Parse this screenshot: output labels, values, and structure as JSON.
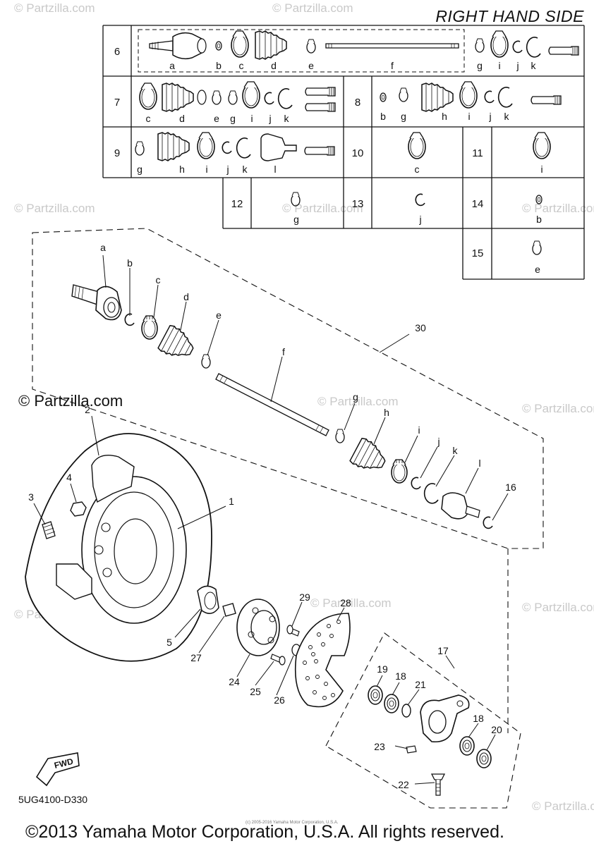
{
  "header": {
    "title": "RIGHT HAND SIDE"
  },
  "branding": {
    "site_label": "© Partzilla.com",
    "watermark": "© Partzilla.com",
    "doc_number": "5UG4100-D330",
    "copyright": "©2013 Yamaha Motor Corporation, U.S.A. All rights reserved.",
    "micro_copyright": "(c) 2005-2016 Yamaha Motor Corporation, U.S.A."
  },
  "fwd_label": "FWD",
  "kit_table": {
    "rows": [
      {
        "number": "6",
        "letters": [
          "a",
          "b",
          "c",
          "d",
          "e",
          "f",
          "g",
          "i",
          "j",
          "k"
        ]
      },
      {
        "number": "7",
        "letters": [
          "c",
          "d",
          "e",
          "g",
          "i",
          "j",
          "k"
        ]
      },
      {
        "number": "8",
        "letters": [
          "b",
          "g",
          "h",
          "i",
          "j",
          "k"
        ]
      },
      {
        "number": "9",
        "letters": [
          "g",
          "h",
          "i",
          "j",
          "k",
          "l"
        ]
      },
      {
        "number": "10",
        "letters": [
          "c"
        ]
      },
      {
        "number": "11",
        "letters": [
          "i"
        ]
      },
      {
        "number": "12",
        "letters": [
          "g"
        ]
      },
      {
        "number": "13",
        "letters": [
          "j"
        ]
      },
      {
        "number": "14",
        "letters": [
          "b"
        ]
      },
      {
        "number": "15",
        "letters": [
          "e"
        ]
      }
    ]
  },
  "callouts": {
    "shaft_letters": [
      "a",
      "b",
      "c",
      "d",
      "e",
      "f",
      "g",
      "h",
      "i",
      "j",
      "k",
      "l"
    ],
    "numbers": [
      "30",
      "16",
      "1",
      "2",
      "3",
      "4",
      "5",
      "27",
      "24",
      "25",
      "26",
      "28",
      "29",
      "17",
      "19",
      "18",
      "21",
      "18",
      "20",
      "23",
      "22"
    ]
  }
}
